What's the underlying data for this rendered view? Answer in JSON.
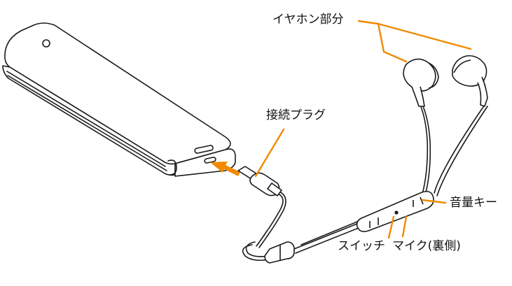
{
  "labels": {
    "earphone": "イヤホン部分",
    "plug": "接続プラグ",
    "volume_key": "音量キー",
    "switch": "スイッチ",
    "mic": "マイク(裏側)"
  },
  "colors": {
    "leader_line": "#f08a00",
    "arrow": "#f08a00",
    "outline": "#1a1a1a",
    "fill": "#ffffff"
  }
}
